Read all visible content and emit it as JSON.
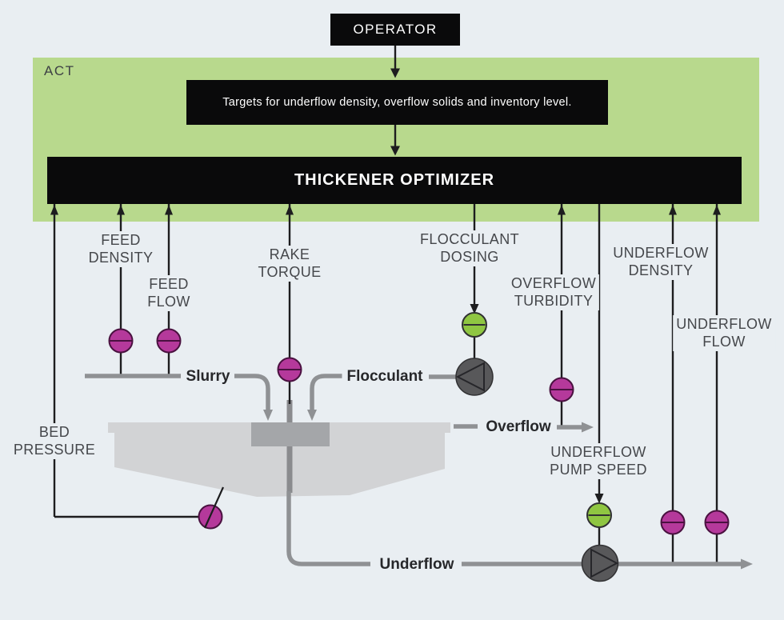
{
  "diagram": {
    "operator_label": "OPERATOR",
    "act": {
      "label": "ACT",
      "targets_text": "Targets for underflow density, overflow solids and inventory level.",
      "optimizer_label": "THICKENER OPTIMIZER"
    },
    "signals": [
      {
        "id": "feed-density",
        "lines": [
          "FEED",
          "DENSITY"
        ]
      },
      {
        "id": "feed-flow",
        "lines": [
          "FEED",
          "FLOW"
        ]
      },
      {
        "id": "rake-torque",
        "lines": [
          "RAKE",
          "TORQUE"
        ]
      },
      {
        "id": "flocculant-dosing",
        "lines": [
          "FLOCCULANT",
          "DOSING"
        ]
      },
      {
        "id": "overflow-turbidity",
        "lines": [
          "OVERFLOW",
          "TURBIDITY"
        ]
      },
      {
        "id": "underflow-density",
        "lines": [
          "UNDERFLOW",
          "DENSITY"
        ]
      },
      {
        "id": "underflow-flow",
        "lines": [
          "UNDERFLOW",
          "FLOW"
        ]
      },
      {
        "id": "bed-pressure",
        "lines": [
          "BED",
          "PRESSURE"
        ]
      },
      {
        "id": "underflow-pump-speed",
        "lines": [
          "UNDERFLOW",
          "PUMP SPEED"
        ]
      }
    ],
    "streams": {
      "slurry": "Slurry",
      "flocculant": "Flocculant",
      "overflow": "Overflow",
      "underflow": "Underflow"
    },
    "colors": {
      "background": "#e9eef2",
      "act_green": "#b8d98d",
      "box_black": "#0a0a0b",
      "sensor_magenta": "#b5399b",
      "control_valve_green": "#8fc642",
      "pump_gray": "#58585a",
      "pipe_gray": "#8f9194",
      "tank_gray": "#d2d3d5",
      "feedwell_gray": "#a4a6a9"
    }
  }
}
